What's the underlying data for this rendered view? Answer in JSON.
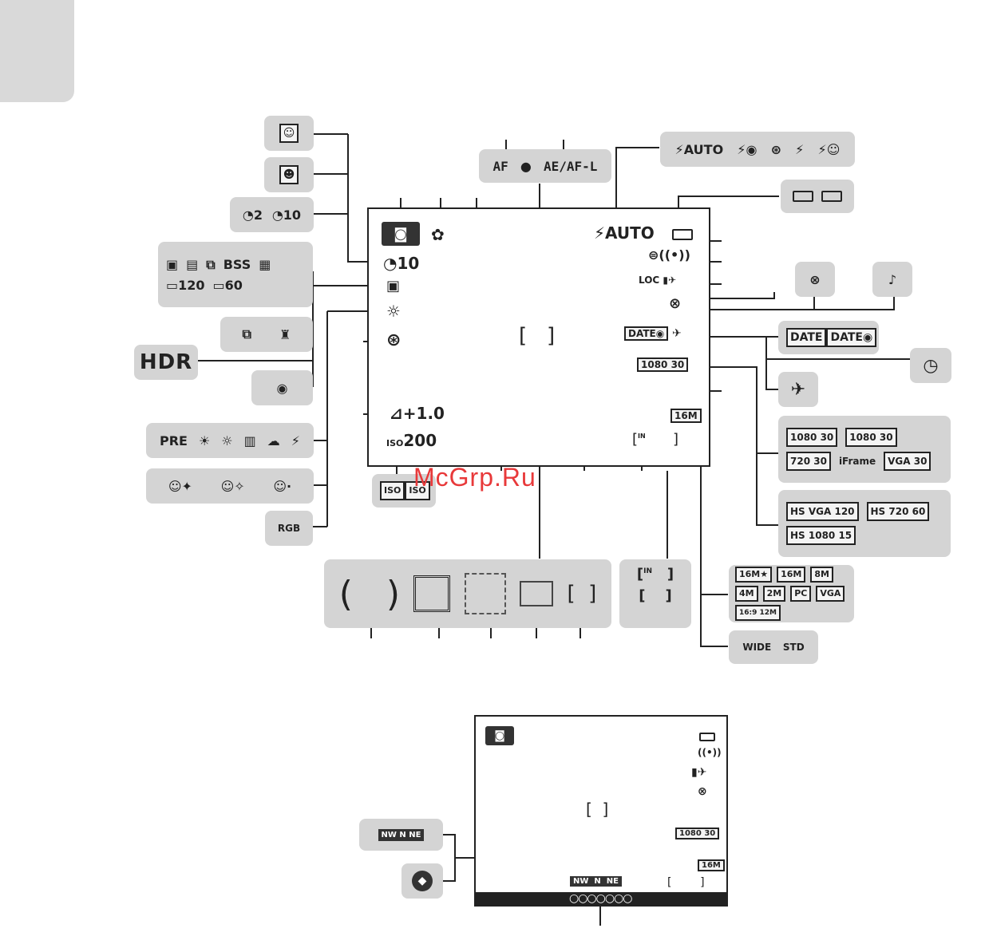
{
  "watermark": "McGrp.Ru",
  "top_focus": {
    "af": "AF",
    "ael": "AE/AF-L"
  },
  "flash_box": [
    "⚡AUTO",
    "⚡◉",
    "⊛",
    "⚡",
    "⚡☺"
  ],
  "self_timer_box": [
    "◔2",
    "◔10"
  ],
  "continuous_box": [
    "▣",
    "▤",
    "⧉",
    "BSS",
    "▦",
    "▭120",
    "▭60"
  ],
  "hdr_label": "HDR",
  "eff_box": [
    "PRE",
    "☀",
    "☼",
    "▥",
    "☁",
    "⚡"
  ],
  "iso_box": [
    "ISO",
    "ISO"
  ],
  "rgb_label": "RGB",
  "date_box": [
    "DATE",
    "DATE◉"
  ],
  "movie_box_1": [
    "1080 30",
    "1080 30",
    "720 30",
    "iFrame",
    "VGA 30"
  ],
  "movie_box_2": [
    "HS VGA 120",
    "HS 720 60",
    "HS 1080 15"
  ],
  "image_size_box": [
    "16M★",
    "16M",
    "8M",
    "4M",
    "2M",
    "PC",
    "VGA",
    "16:9 12M"
  ],
  "wide_box": [
    "WIDE",
    "STD"
  ],
  "screen": {
    "flash": "⚡AUTO",
    "selftimer": "◔10",
    "ev": "+1.0",
    "iso": "200",
    "date": "DATE◉",
    "movie": "1080 30",
    "imgsize": "16M",
    "loc": "LOC",
    "mem": "IN"
  },
  "compass": {
    "nw": "NW",
    "n": "N",
    "ne": "NE"
  }
}
